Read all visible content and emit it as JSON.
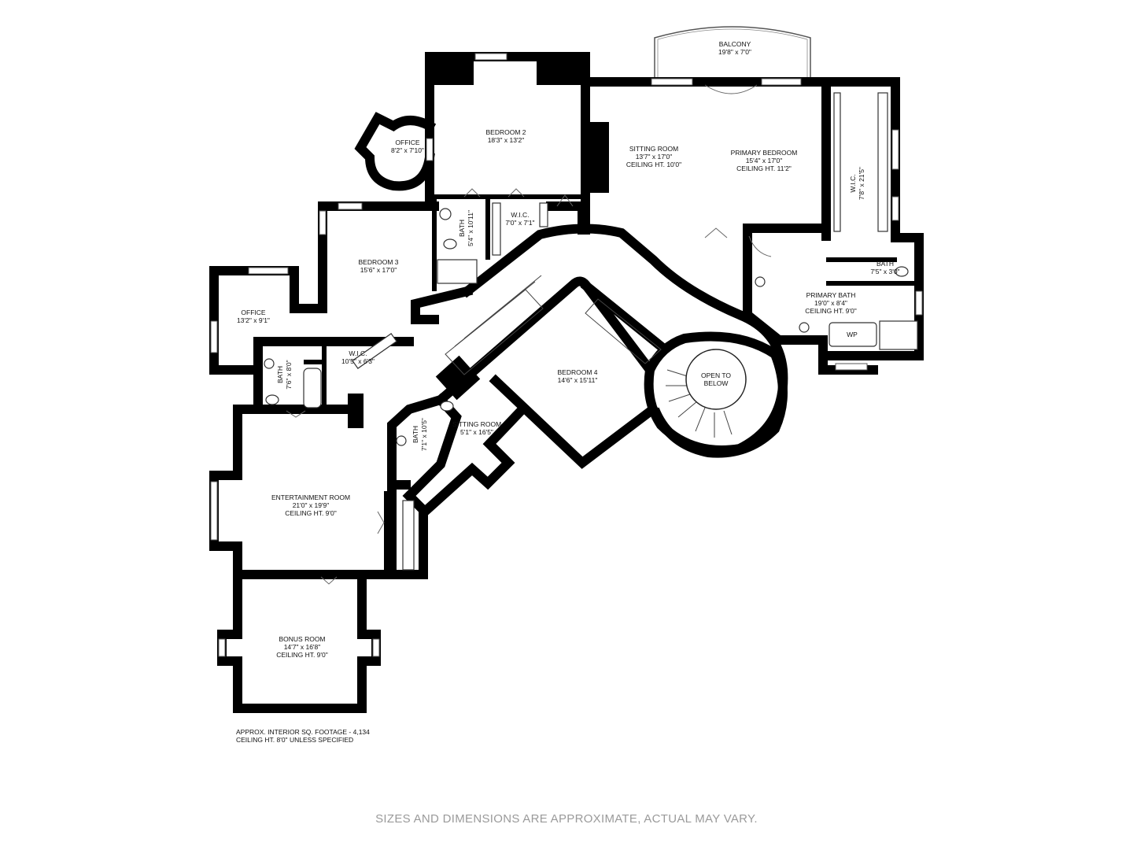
{
  "rooms": {
    "balcony": {
      "name": "BALCONY",
      "dims": "19'8\" x 7'0\""
    },
    "bedroom2": {
      "name": "BEDROOM 2",
      "dims": "18'3\" x 13'2\""
    },
    "office_round": {
      "name": "OFFICE",
      "dims": "8'2\" x 7'10\""
    },
    "sitting_room": {
      "name": "SITTING ROOM",
      "dims": "13'7\" x 17'0\"",
      "ceiling": "CEILING HT. 10'0\""
    },
    "primary_bedroom": {
      "name": "PRIMARY BEDROOM",
      "dims": "15'4\" x 17'0\"",
      "ceiling": "CEILING HT. 11'2\""
    },
    "wic_primary": {
      "name": "W.I.C.",
      "dims": "7'8\" x 21'5\""
    },
    "bath_b2": {
      "name": "BATH",
      "dims": "5'4\" x 10'11\""
    },
    "wic_b2": {
      "name": "W.I.C.",
      "dims": "7'0\" x 7'1\""
    },
    "bedroom3": {
      "name": "BEDROOM 3",
      "dims": "15'6\" x 17'0\""
    },
    "bath_small": {
      "name": "BATH",
      "dims": "7'5\" x 3'0\""
    },
    "primary_bath": {
      "name": "PRIMARY BATH",
      "dims": "19'0\" x 8'4\"",
      "ceiling": "CEILING HT. 9'0\""
    },
    "wp": {
      "name": "WP"
    },
    "office_left": {
      "name": "OFFICE",
      "dims": "13'2\" x 9'1\""
    },
    "bath_b3": {
      "name": "BATH",
      "dims": "7'6\" x 8'0\""
    },
    "wic_b3": {
      "name": "W.I.C.",
      "dims": "10'5\" x 6'3\""
    },
    "bedroom4": {
      "name": "BEDROOM 4",
      "dims": "14'6\" x 15'11\""
    },
    "open_below": {
      "line1": "OPEN TO",
      "line2": "BELOW"
    },
    "bath_sitting": {
      "name": "BATH",
      "dims": "7'1\" x 10'5\""
    },
    "sitting_room2": {
      "name": "SITTING ROOM",
      "dims": "5'1\" x 16'5\""
    },
    "entertainment": {
      "name": "ENTERTAINMENT ROOM",
      "dims": "21'0\" x 19'9\"",
      "ceiling": "CEILING HT. 9'0\""
    },
    "bonus": {
      "name": "BONUS ROOM",
      "dims": "14'7\" x 16'8\"",
      "ceiling": "CEILING HT. 9'0\""
    }
  },
  "footnote": {
    "line1": "APPROX. INTERIOR SQ. FOOTAGE - 4,134",
    "line2": "CEILING HT. 8'0\" UNLESS SPECIFIED"
  },
  "disclaimer": "SIZES AND DIMENSIONS ARE APPROXIMATE, ACTUAL MAY VARY."
}
